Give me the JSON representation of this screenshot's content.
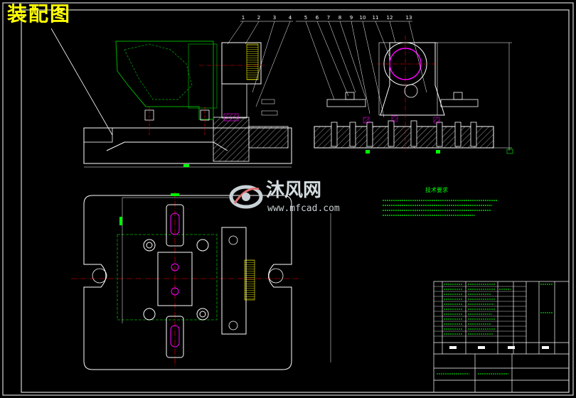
{
  "drawing": {
    "title": "装配图",
    "tech_requirements_title": "技术要求",
    "balloon_numbers": [
      "1",
      "2",
      "3",
      "4",
      "5",
      "6",
      "7",
      "8",
      "9",
      "10",
      "11",
      "12",
      "13"
    ],
    "colors": {
      "background": "#000000",
      "outline": "#ffffff",
      "centerline": "#ff0000",
      "hidden": "#00c8c8",
      "part_green": "#00b000",
      "annotation": "#00ff00",
      "title_text": "#ffff00",
      "hatch": "#ff00ff"
    }
  },
  "watermark": {
    "brand": "沐风网",
    "url": "www.mfcad.com",
    "icon": "mfcad-logo-icon"
  }
}
